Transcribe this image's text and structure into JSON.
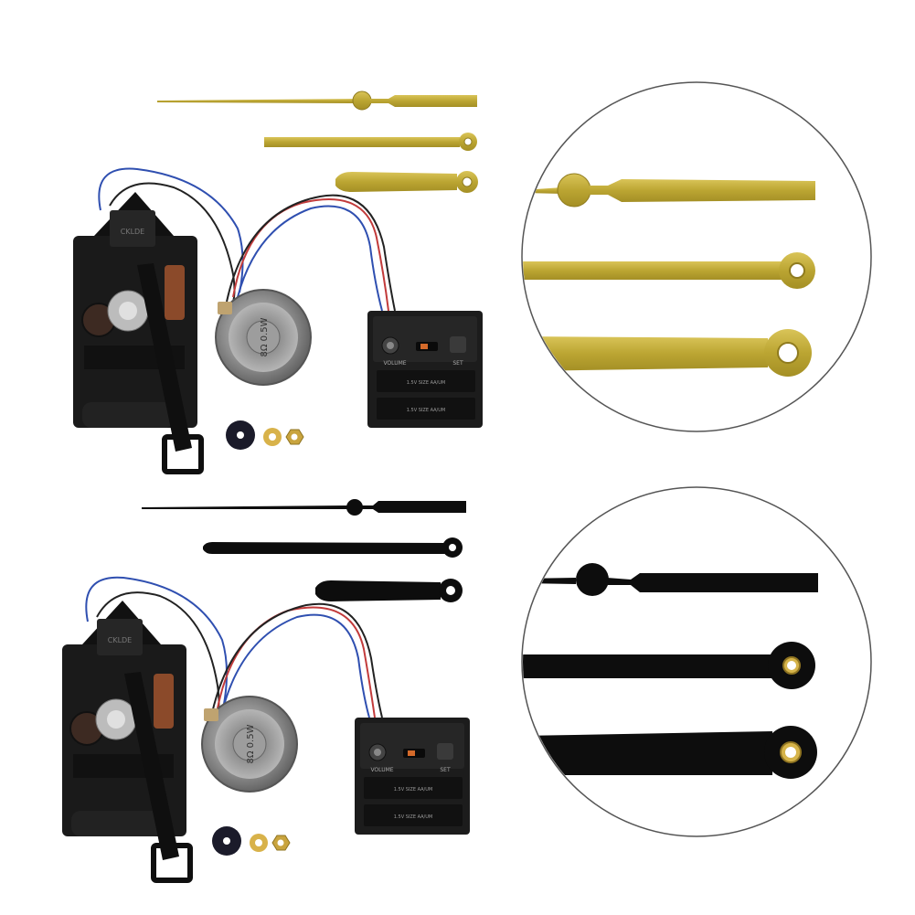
{
  "colors": {
    "background": "#ffffff",
    "gold": "#c9b13a",
    "gold_dark": "#9c8722",
    "black_hand": "#0d0d0d",
    "movement_body": "#1a1a1a",
    "wire_red": "#c23b3b",
    "wire_blue": "#2f4fb0",
    "wire_black": "#222222",
    "speaker_metal": "#9a9a9a",
    "brass": "#d6b44a",
    "circle_stroke": "#555555"
  },
  "product": {
    "kits": [
      {
        "variant": "gold-hands",
        "movement_logo": "CKLDE",
        "speaker_marking": "8Ω 0.5W",
        "control": {
          "volume_label": "VOLUME",
          "set_label": "SET",
          "battery_label_1": "1.5V SIZE AA/UM",
          "battery_label_2": "1.5V SIZE AA/UM"
        }
      },
      {
        "variant": "black-hands",
        "movement_logo": "CKLDE",
        "speaker_marking": "8Ω 0.5W",
        "control": {
          "volume_label": "VOLUME",
          "set_label": "SET",
          "battery_label_1": "1.5V SIZE AA/UM",
          "battery_label_2": "1.5V SIZE AA/UM"
        }
      }
    ]
  }
}
